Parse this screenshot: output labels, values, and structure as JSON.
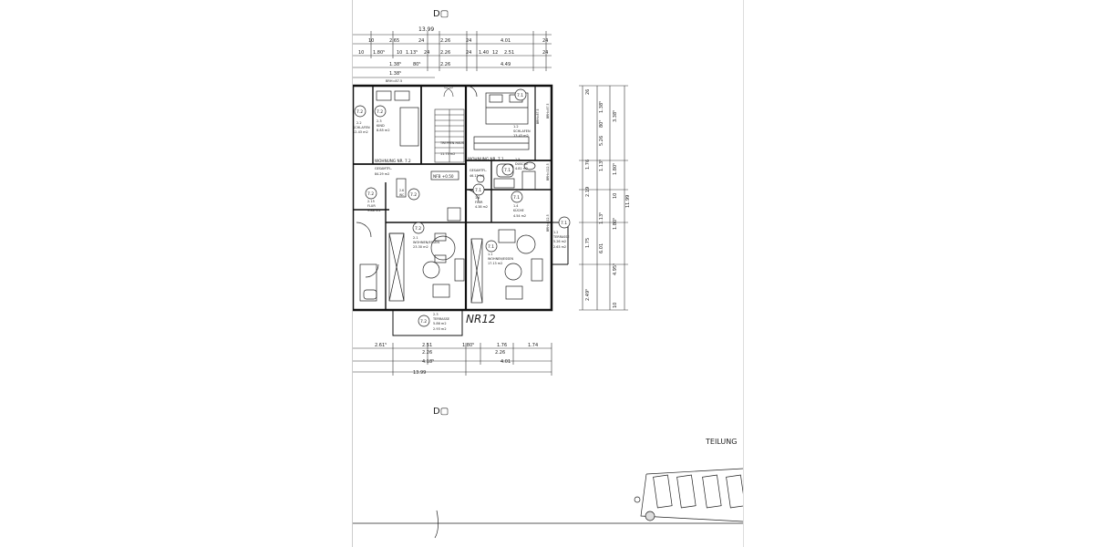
{
  "plan": {
    "top_dims": {
      "total": "13.99",
      "row1": [
        "10",
        "2.65",
        "24",
        "2.26",
        "24",
        "4.01",
        "24"
      ],
      "row2": [
        "10",
        "1.80⁵",
        "10",
        "1.13⁵",
        "24",
        "2.26",
        "24",
        "1.40",
        "12",
        "2.51",
        "24"
      ],
      "row3": [
        "1.38⁵",
        "80⁵",
        "2.26",
        "4.49"
      ],
      "row4": "1.38⁵",
      "bru": "BRH=87.5"
    },
    "bottom_dims": {
      "row1": [
        "2.61⁵",
        "2.51",
        "1.80⁵",
        "1.76",
        "1.74"
      ],
      "row1b": [
        "2.26",
        "2.26"
      ],
      "row2": [
        "4.18⁵",
        "4.01"
      ],
      "total": "13.99"
    },
    "right_dims": {
      "outer": "11.99",
      "mid": [
        "3.38⁵",
        "1.80⁵",
        "10",
        "1.80⁵",
        "4.95⁵",
        "10"
      ],
      "inner": [
        "26",
        "2.19",
        "1.75",
        "6.01",
        "2.49⁵"
      ],
      "small": [
        "5.26",
        "1.13⁵",
        "1.13⁵",
        "1.38⁵",
        "80⁵",
        "1.76"
      ]
    },
    "markers": {
      "top": "D▢",
      "bottom": "D▢"
    },
    "teilung_label": "TEILUNG",
    "handwritten_nr": "NR12",
    "apt_72": "WOHNUNG NR. 7.2",
    "apt_71": "WOHNUNG NR. 7.1",
    "total_72": {
      "title": "GESAMTFL.",
      "area": "84.29 m2"
    },
    "total_71": {
      "title": "GESAMTFL.",
      "area": "46.13 m2"
    },
    "nfb": "NFB +0.50",
    "stair": {
      "label": "TREPPEN-HAUS",
      "area": "11.75 m2"
    },
    "rooms": {
      "r72_schlafen": {
        "num": "2.2",
        "name": "SCHLAFEN",
        "area": "12.43 m2",
        "circle": "7.2"
      },
      "r72_kind": {
        "num": "2.3",
        "name": "KIND",
        "area": "8.85 m2",
        "circle": "7.2"
      },
      "r72_flur": {
        "num": "2.15",
        "name": "FLUR",
        "area": "9.88 m2",
        "circle": "7.2"
      },
      "r72_wc": {
        "num": "2.6",
        "name": "WC",
        "area": "",
        "circle": "7.2"
      },
      "r72_wohnen": {
        "num": "2.1",
        "name": "WOHNEN/ESSEN",
        "area": "23.30 m2",
        "circle": "7.2"
      },
      "r72_terrasse": {
        "num": "2.3",
        "name": "TERRASSE",
        "area": "5.86 m2",
        "area2": "2.93 m2",
        "circle": "7.2"
      },
      "r71_schlafen": {
        "num": "1.2",
        "name": "SCHLAFEN",
        "area": "13.43 m2",
        "circle": "7.1"
      },
      "r71_dusche": {
        "num": "1.5",
        "name": "DUSCHE",
        "area": "4.81 m2",
        "circle": "7.1"
      },
      "r71_flur": {
        "num": "1.6",
        "name": "FLUR",
        "area": "4.38 m2",
        "circle": "7.1"
      },
      "r71_kueche": {
        "num": "1.4",
        "name": "KÜCHE",
        "area": "4.54 m2",
        "circle": "7.1"
      },
      "r71_wohnen": {
        "num": "1.1",
        "name": "WOHNEN/ESSEN",
        "area": "17.13 m2",
        "circle": "7.1"
      },
      "r71_terrasse": {
        "num": "1.2",
        "name": "TERRASSE",
        "area": "5.26 m2",
        "area2": "2.63 m2",
        "circle": "7.1"
      }
    },
    "brh": {
      "a": "BRH=87.5",
      "b": "BRH=112.5",
      "c": "BRH=87.5",
      "d": "BRH=112.5"
    }
  }
}
